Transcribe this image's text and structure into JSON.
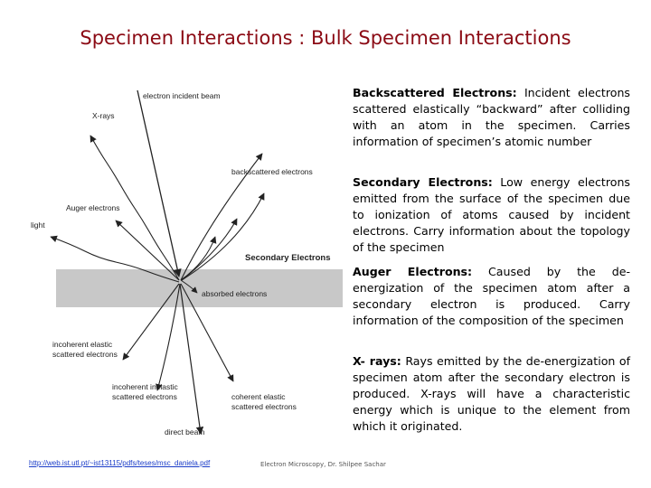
{
  "title": "Specimen Interactions : Bulk Specimen Interactions",
  "diagram": {
    "labels": {
      "incident_beam": "electron incident beam",
      "xrays": "X-rays",
      "backscattered": "backscattered electrons",
      "auger": "Auger electrons",
      "light": "light",
      "secondary": "Secondary Electrons",
      "absorbed": "absorbed electrons",
      "incoherent_elastic_1": "incoherent elastic",
      "incoherent_elastic_2": "scattered electrons",
      "incoherent_inelastic_1": "incoherent inelastic",
      "incoherent_inelastic_2": "scattered electrons",
      "coherent_elastic_1": "coherent elastic",
      "coherent_elastic_2": "scattered electrons",
      "direct_beam": "direct beam"
    },
    "specimen_color": "#c8c8c8"
  },
  "descriptions": [
    {
      "term": "Backscattered Electrons:",
      "text": " Incident electrons scattered elastically “backward” after colliding with an atom in the specimen. Carries information of specimen’s atomic number"
    },
    {
      "term": "Secondary Electrons:",
      "text": " Low energy electrons emitted from the surface of the specimen due to ionization of atoms caused by incident electrons. Carry information about the topology of the specimen"
    },
    {
      "term": "Auger Electrons:",
      "text": " Caused by the de-energization of the specimen atom after a secondary electron is produced. Carry information of the composition of the specimen"
    },
    {
      "term": "X- rays:",
      "text": " Rays emitted by the de-energization of specimen atom after the secondary electron is produced. X-rays will have a characteristic energy which is unique to the element from which it originated."
    }
  ],
  "footer": {
    "source_url": "http://web.ist.utl.pt/~ist13115/pdfs/teses/msc_daniela.pdf",
    "credit": "Electron Microscopy, Dr. Shilpee Sachar"
  },
  "colors": {
    "title": "#8b0a14",
    "link": "#1a3cc8"
  }
}
